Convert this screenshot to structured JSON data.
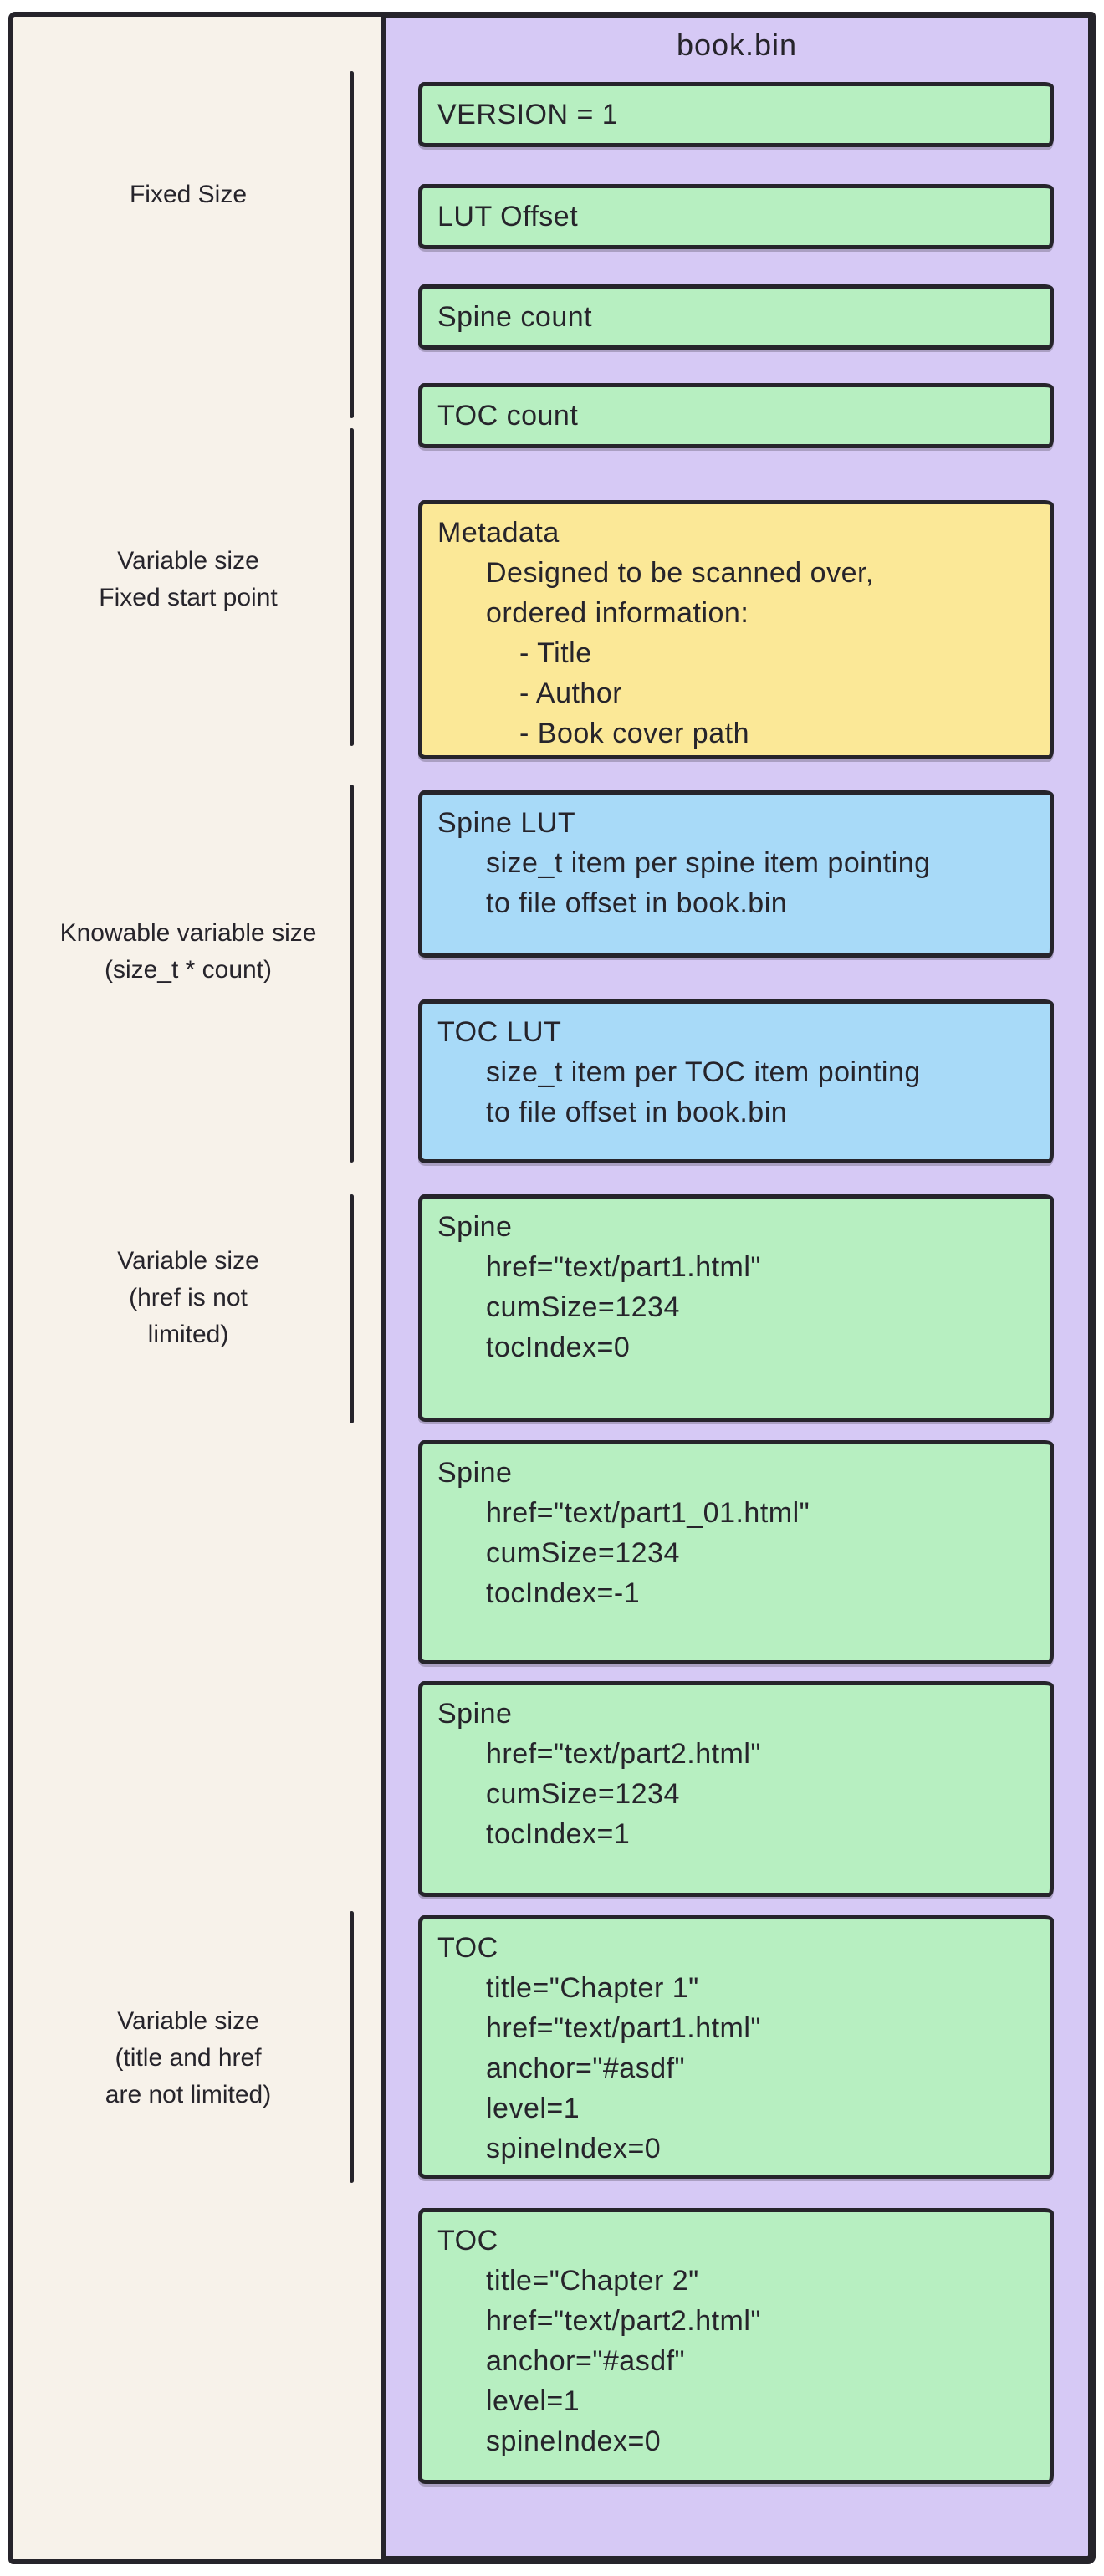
{
  "colors": {
    "canvas_bg": "#ffffff",
    "frame_bg": "#f7f2ea",
    "panel": "#d6c9f5",
    "green": "#b7efc1",
    "yellow": "#fbe897",
    "blue": "#a8daf8",
    "stroke": "#26242b"
  },
  "panel": {
    "title": "book.bin",
    "boxes": [
      {
        "name": "version",
        "color": "green",
        "lines": [
          {
            "text": "VERSION = 1",
            "indent": 0
          }
        ]
      },
      {
        "name": "lut-offset",
        "color": "green",
        "lines": [
          {
            "text": "LUT Offset",
            "indent": 0
          }
        ]
      },
      {
        "name": "spine-count",
        "color": "green",
        "lines": [
          {
            "text": "Spine count",
            "indent": 0
          }
        ]
      },
      {
        "name": "toc-count",
        "color": "green",
        "lines": [
          {
            "text": "TOC count",
            "indent": 0
          }
        ]
      },
      {
        "name": "metadata",
        "color": "yellow",
        "lines": [
          {
            "text": "Metadata",
            "indent": 0
          },
          {
            "text": "Designed to be scanned over,",
            "indent": 1
          },
          {
            "text": "ordered information:",
            "indent": 1
          },
          {
            "text": "- Title",
            "indent": 2
          },
          {
            "text": "- Author",
            "indent": 2
          },
          {
            "text": "- Book cover path",
            "indent": 2
          }
        ]
      },
      {
        "name": "spine-lut",
        "color": "blue",
        "lines": [
          {
            "text": "Spine LUT",
            "indent": 0
          },
          {
            "text": "size_t item per spine item pointing",
            "indent": 1
          },
          {
            "text": "to file offset in book.bin",
            "indent": 1
          }
        ]
      },
      {
        "name": "toc-lut",
        "color": "blue",
        "lines": [
          {
            "text": "TOC LUT",
            "indent": 0
          },
          {
            "text": "size_t item per TOC item pointing",
            "indent": 1
          },
          {
            "text": "to file offset in book.bin",
            "indent": 1
          }
        ]
      },
      {
        "name": "spine-1",
        "color": "green",
        "lines": [
          {
            "text": "Spine",
            "indent": 0
          },
          {
            "text": "href=\"text/part1.html\"",
            "indent": 1
          },
          {
            "text": "cumSize=1234",
            "indent": 1
          },
          {
            "text": "tocIndex=0",
            "indent": 1
          }
        ]
      },
      {
        "name": "spine-2",
        "color": "green",
        "lines": [
          {
            "text": "Spine",
            "indent": 0
          },
          {
            "text": "href=\"text/part1_01.html\"",
            "indent": 1
          },
          {
            "text": "cumSize=1234",
            "indent": 1
          },
          {
            "text": "tocIndex=-1",
            "indent": 1
          }
        ]
      },
      {
        "name": "spine-3",
        "color": "green",
        "lines": [
          {
            "text": "Spine",
            "indent": 0
          },
          {
            "text": "href=\"text/part2.html\"",
            "indent": 1
          },
          {
            "text": "cumSize=1234",
            "indent": 1
          },
          {
            "text": "tocIndex=1",
            "indent": 1
          }
        ]
      },
      {
        "name": "toc-1",
        "color": "green",
        "lines": [
          {
            "text": "TOC",
            "indent": 0
          },
          {
            "text": "title=\"Chapter 1\"",
            "indent": 1
          },
          {
            "text": "href=\"text/part1.html\"",
            "indent": 1
          },
          {
            "text": "anchor=\"#asdf\"",
            "indent": 1
          },
          {
            "text": "level=1",
            "indent": 1
          },
          {
            "text": "spineIndex=0",
            "indent": 1
          }
        ]
      },
      {
        "name": "toc-2",
        "color": "green",
        "lines": [
          {
            "text": "TOC",
            "indent": 0
          },
          {
            "text": "title=\"Chapter 2\"",
            "indent": 1
          },
          {
            "text": "href=\"text/part2.html\"",
            "indent": 1
          },
          {
            "text": "anchor=\"#asdf\"",
            "indent": 1
          },
          {
            "text": "level=1",
            "indent": 1
          },
          {
            "text": "spineIndex=0",
            "indent": 1
          }
        ]
      }
    ]
  },
  "gutter": {
    "labels": [
      {
        "name": "fixed-size",
        "lines": [
          "Fixed Size"
        ]
      },
      {
        "name": "variable-size-fixed-start",
        "lines": [
          "Variable size",
          "Fixed start point"
        ]
      },
      {
        "name": "knowable-variable-size",
        "lines": [
          "Knowable variable size",
          "(size_t * count)"
        ]
      },
      {
        "name": "variable-size-href",
        "lines": [
          "Variable size",
          "(href is not",
          "limited)"
        ]
      },
      {
        "name": "variable-size-title-href",
        "lines": [
          "Variable size",
          "(title and href",
          "are not limited)"
        ]
      }
    ]
  }
}
